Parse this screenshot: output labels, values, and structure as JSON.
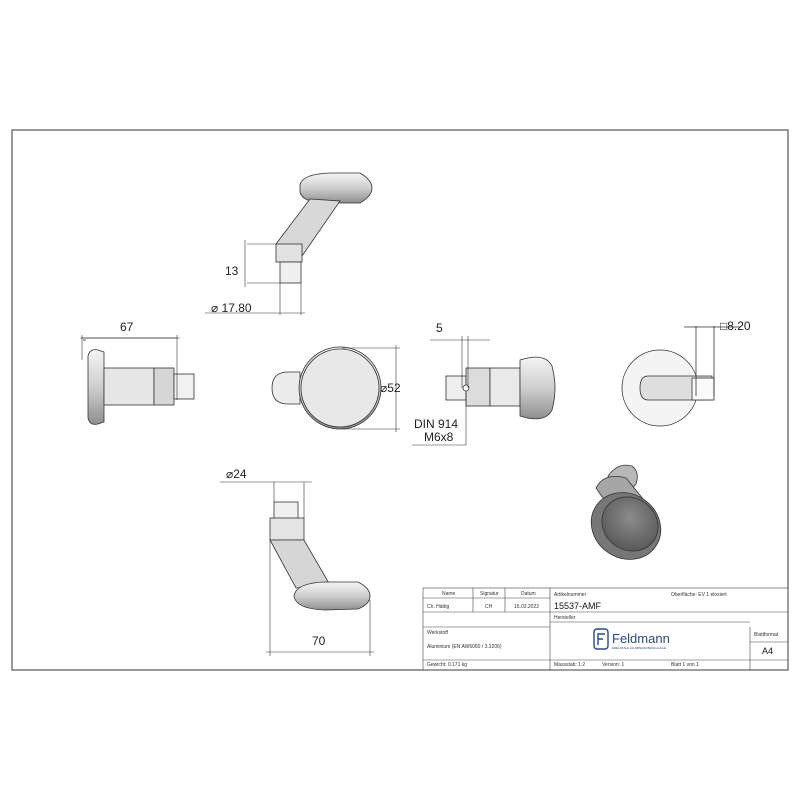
{
  "dimensions": {
    "d13": "13",
    "d17_80": "17.80",
    "d67": "67",
    "d52": "52",
    "d5": "5",
    "d8_20": "8.20",
    "thread_std": "DIN 914",
    "thread_size": "M6x8",
    "d24": "24",
    "d70": "70"
  },
  "title_block": {
    "headers": {
      "name": "Name",
      "signature": "Signatur",
      "date": "Datum",
      "article": "Artikelnummer",
      "surface": "Oberfläche:  EV 1 eloxiert",
      "manufacturer": "Hersteller",
      "format_label": "Blattformat",
      "material_label": "Werkstoff",
      "scale": "Massstab: 1:2",
      "version": "Version: 1",
      "sheet": "Blatt 1 von 1"
    },
    "author": "Ch. Hättig",
    "author_sig": "CH",
    "date": "15.03.2022",
    "article_number": "15537-AMF",
    "brand": "Feldmann",
    "brand_tagline": "EDELSTAHL ALUMINIUM BESCHLÄGE",
    "format": "A4",
    "material": "Aluminium (EN AW6060 / 3.3206)",
    "weight": "Gewicht: 0.171 kg"
  }
}
